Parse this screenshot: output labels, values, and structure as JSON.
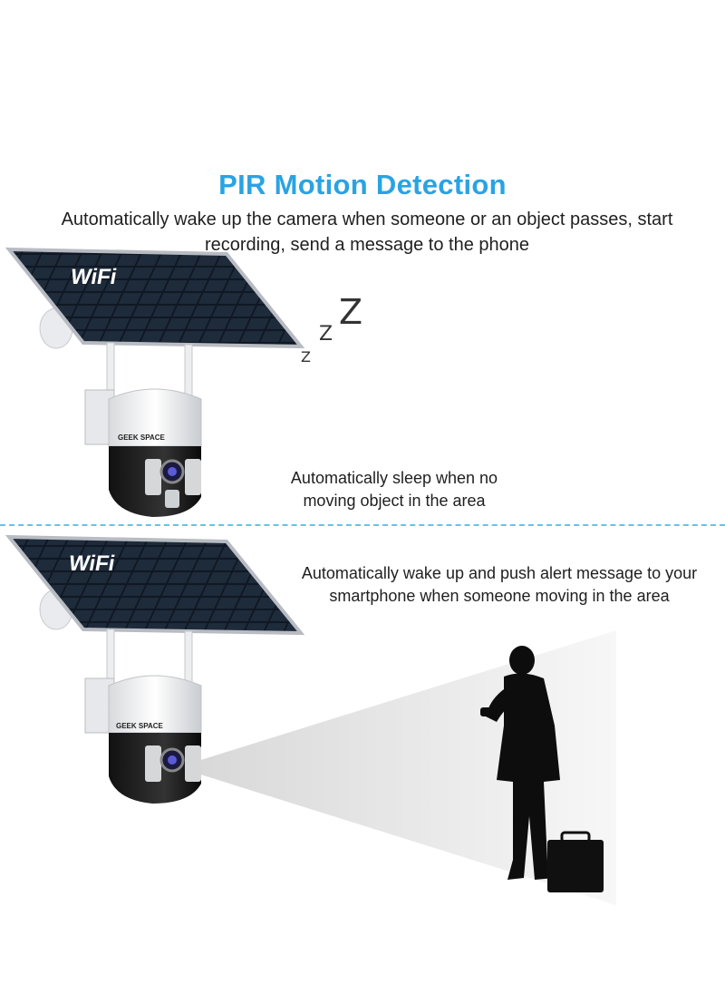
{
  "heading": {
    "title": "PIR Motion Detection",
    "subtitle": "Automatically wake up the camera when someone or an object passes, start recording, send a message to the phone"
  },
  "sleep_state": {
    "caption": "Automatically sleep when no moving object in the area",
    "zzz": [
      "Z",
      "Z",
      "Z"
    ]
  },
  "wake_state": {
    "caption": "Automatically wake up and push alert message to your smartphone when someone moving in the area"
  },
  "product": {
    "panel_label": "WiFi",
    "brand": "GEEK SPACE"
  },
  "colors": {
    "title": "#2aa3e3",
    "divider": "#66c2e8"
  }
}
